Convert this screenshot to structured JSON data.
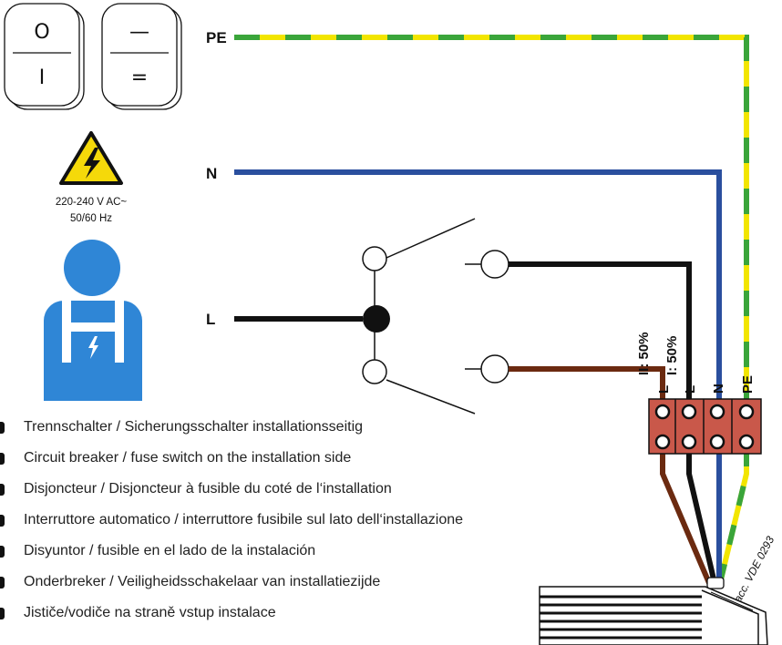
{
  "switches": {
    "onoff": {
      "top": "O",
      "bottom": "I"
    },
    "dc": {
      "top": "—",
      "bottom": "="
    }
  },
  "warning": {
    "voltage": "220-240 V AC~",
    "frequency": "50/60 Hz"
  },
  "wires": {
    "pe": "PE",
    "n": "N",
    "l": "L"
  },
  "terminal": {
    "labels": [
      "L",
      "L",
      "N",
      "PE"
    ],
    "load_2": "II: 50%",
    "load_1": "I: 50%"
  },
  "cable_note": "acc. VDE 0293",
  "captions": [
    "Trennschalter / Sicherungsschalter installationsseitig",
    "Circuit breaker / fuse switch on the installation side",
    "Disjoncteur / Disjoncteur à fusible du coté de l‘installation",
    "Interruttore automatico / interruttore fusibile sul lato dell‘installazione",
    "Disyuntor / fusible en el lado de la instalación",
    "Onderbreker / Veiligheidsschakelaar van installatiezijde",
    "Jističe/vodiče na straně vstup instalace"
  ],
  "colors": {
    "pe_yellow": "#f2e500",
    "pe_green": "#3aa53a",
    "neutral": "#2a4f9e",
    "phase": "#111111",
    "brown": "#6b2a10",
    "terminal": "#c9584a",
    "person": "#2f86d6",
    "warning": "#f5d90a"
  }
}
